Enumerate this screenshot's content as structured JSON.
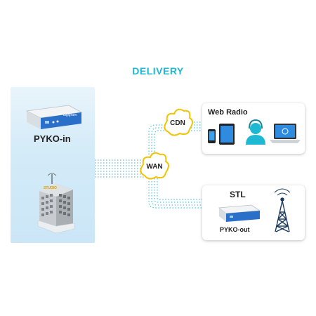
{
  "title": "DELIVERY",
  "source": {
    "device_label": "PYKO-in",
    "device_brand": "digigram",
    "building_label": "STUDIO"
  },
  "network": {
    "cdn_label": "CDN",
    "wan_label": "WAN"
  },
  "web_radio": {
    "title": "Web Radio"
  },
  "stl": {
    "title": "STL",
    "device_label": "PYKO-out"
  },
  "colors": {
    "accent": "#1fb8d3",
    "device_blue": "#2a6fc8",
    "cloud_yellow": "#f3c300",
    "dots": "#4fc3e8"
  }
}
